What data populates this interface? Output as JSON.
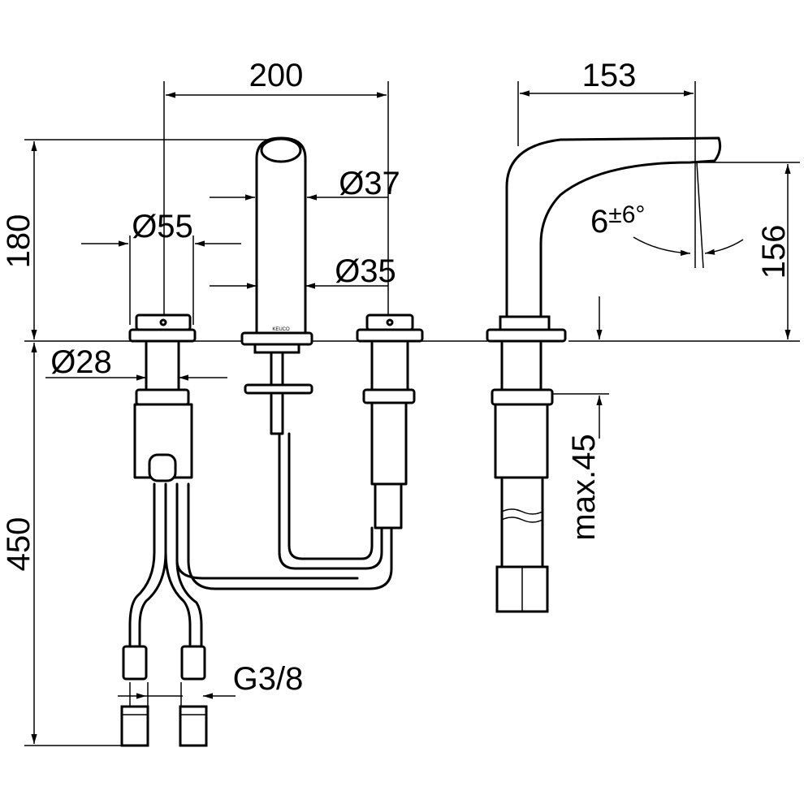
{
  "dimensions": {
    "width_total": "200",
    "height_top": "180",
    "height_bottom": "450",
    "dia_base": "Ø55",
    "dia_spout_top": "Ø37",
    "dia_spout_body": "Ø35",
    "dia_shank": "Ø28",
    "thread": "G3/8",
    "side_projection": "153",
    "side_height": "156",
    "angle": "6",
    "angle_tol": "±6°",
    "max_thickness": "max.45"
  },
  "logo_text": "KEUCO",
  "colors": {
    "line": "#000000",
    "background": "#ffffff"
  }
}
